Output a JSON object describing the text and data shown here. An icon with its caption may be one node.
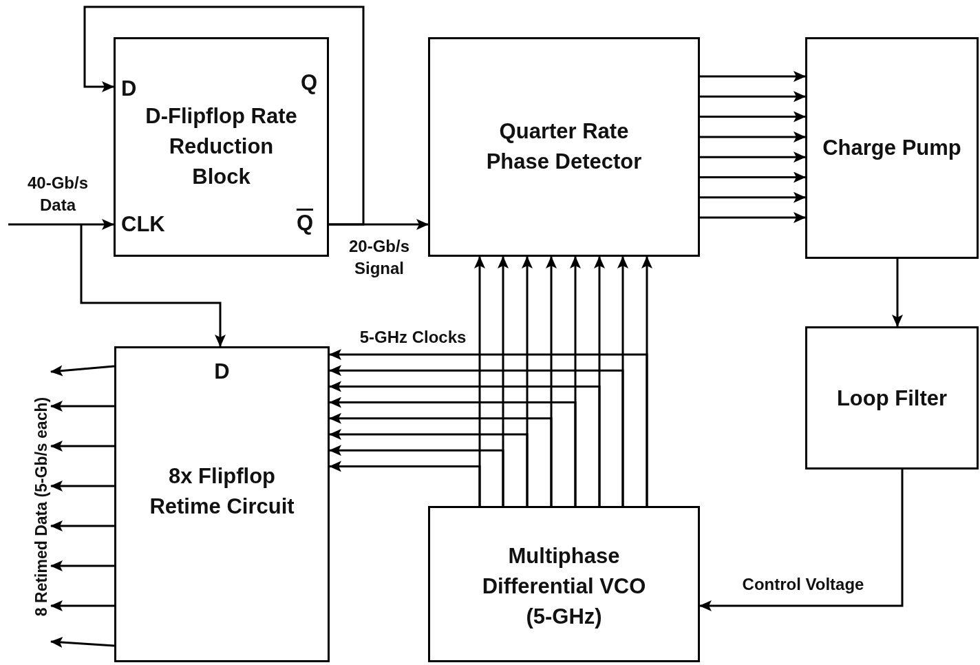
{
  "diagram": {
    "nodes": [
      {
        "text": [
          "D",
          "Q",
          "D-Flipflop Rate Reduction Block",
          "CLK",
          "Q"
        ]
      },
      {
        "text": [
          "Quarter Rate Phase Detector"
        ]
      },
      {
        "text": [
          "Charge Pump"
        ]
      },
      {
        "text": [
          "Loop Filter"
        ]
      },
      {
        "text": [
          "D",
          "8x Flipflop Retime Circuit"
        ]
      },
      {
        "text": [
          "Multiphase Differential VCO (5-GHz)"
        ]
      },
      {
        "text": [
          "8 Retimed Data (5-Gb/s each)"
        ]
      }
    ],
    "edges": [
      {
        "from": null,
        "to": 0,
        "arrow": "to",
        "label": "40-Gb/s Data"
      },
      {
        "from": null,
        "to": 4,
        "arrow": "to"
      },
      {
        "from": 0,
        "to": 0,
        "arrow": "to"
      },
      {
        "from": 0,
        "to": 1,
        "arrow": "to",
        "label": "20-Gb/s Signal"
      },
      {
        "from": 1,
        "to": 2,
        "arrow": "to"
      },
      {
        "from": 1,
        "to": 2,
        "arrow": "to"
      },
      {
        "from": 1,
        "to": 2,
        "arrow": "to"
      },
      {
        "from": 1,
        "to": 2,
        "arrow": "to"
      },
      {
        "from": 1,
        "to": 2,
        "arrow": "to"
      },
      {
        "from": 1,
        "to": 2,
        "arrow": "to"
      },
      {
        "from": 1,
        "to": 2,
        "arrow": "to"
      },
      {
        "from": 1,
        "to": 2,
        "arrow": "to"
      },
      {
        "from": 2,
        "to": 3,
        "arrow": "to"
      },
      {
        "from": 3,
        "to": 5,
        "arrow": "to",
        "label": "Control Voltage"
      },
      {
        "from": 5,
        "to": 1,
        "arrow": "to"
      },
      {
        "from": 5,
        "to": 1,
        "arrow": "to"
      },
      {
        "from": 5,
        "to": 1,
        "arrow": "to"
      },
      {
        "from": 5,
        "to": 1,
        "arrow": "to"
      },
      {
        "from": 5,
        "to": 1,
        "arrow": "to"
      },
      {
        "from": 5,
        "to": 1,
        "arrow": "to"
      },
      {
        "from": 5,
        "to": 1,
        "arrow": "to"
      },
      {
        "from": 5,
        "to": 1,
        "arrow": "to"
      },
      {
        "from": 5,
        "to": 4,
        "arrow": "to",
        "label": "5-GHz Clocks"
      },
      {
        "from": 5,
        "to": 4,
        "arrow": "to"
      },
      {
        "from": 5,
        "to": 4,
        "arrow": "to"
      },
      {
        "from": 5,
        "to": 4,
        "arrow": "to"
      },
      {
        "from": 5,
        "to": 4,
        "arrow": "to"
      },
      {
        "from": 5,
        "to": 4,
        "arrow": "to"
      },
      {
        "from": 5,
        "to": 4,
        "arrow": "to"
      },
      {
        "from": 5,
        "to": 4,
        "arrow": "to"
      },
      {
        "from": 4,
        "to": 6,
        "arrow": "to"
      },
      {
        "from": 4,
        "to": 6,
        "arrow": "to"
      },
      {
        "from": 4,
        "to": 6,
        "arrow": "to"
      },
      {
        "from": 4,
        "to": 6,
        "arrow": "to"
      },
      {
        "from": 4,
        "to": 6,
        "arrow": "to"
      },
      {
        "from": 4,
        "to": 6,
        "arrow": "to"
      },
      {
        "from": 4,
        "to": 6,
        "arrow": "to"
      },
      {
        "from": 4,
        "to": 6,
        "arrow": "to"
      }
    ]
  }
}
